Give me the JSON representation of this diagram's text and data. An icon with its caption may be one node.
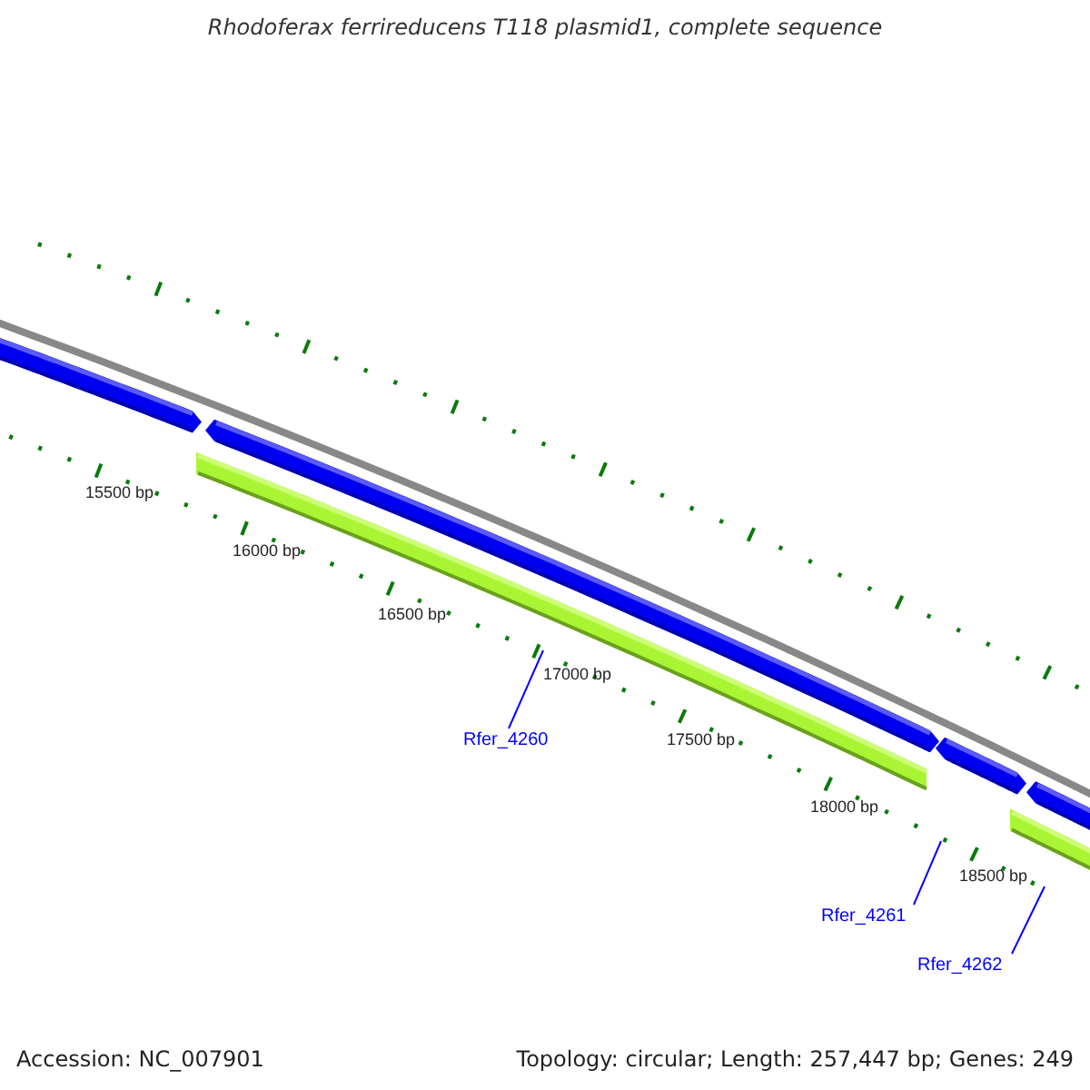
{
  "diagram": {
    "title": "Rhodoferax ferrireducens T118 plasmid1, complete sequence",
    "nodes": [
      {
        "text": [
          "Rfer_4260"
        ]
      },
      {
        "text": [
          "Rfer_4261"
        ]
      },
      {
        "text": [
          "Rfer_4262"
        ]
      }
    ],
    "edges": [
      {
        "from": 0,
        "to": null,
        "arrow": "none",
        "color": "#0000ff"
      },
      {
        "from": 1,
        "to": null,
        "arrow": "none",
        "color": "#0000ff"
      },
      {
        "from": 2,
        "to": null,
        "arrow": "none",
        "color": "#0000ff"
      }
    ],
    "labels": [
      "15500 bp",
      "16000 bp",
      "16500 bp",
      "17000 bp",
      "17500 bp",
      "18000 bp",
      "18500 bp",
      "Accession: NC_007901",
      "Topology: circular; Length: 257,447 bp; Genes: 249"
    ]
  }
}
